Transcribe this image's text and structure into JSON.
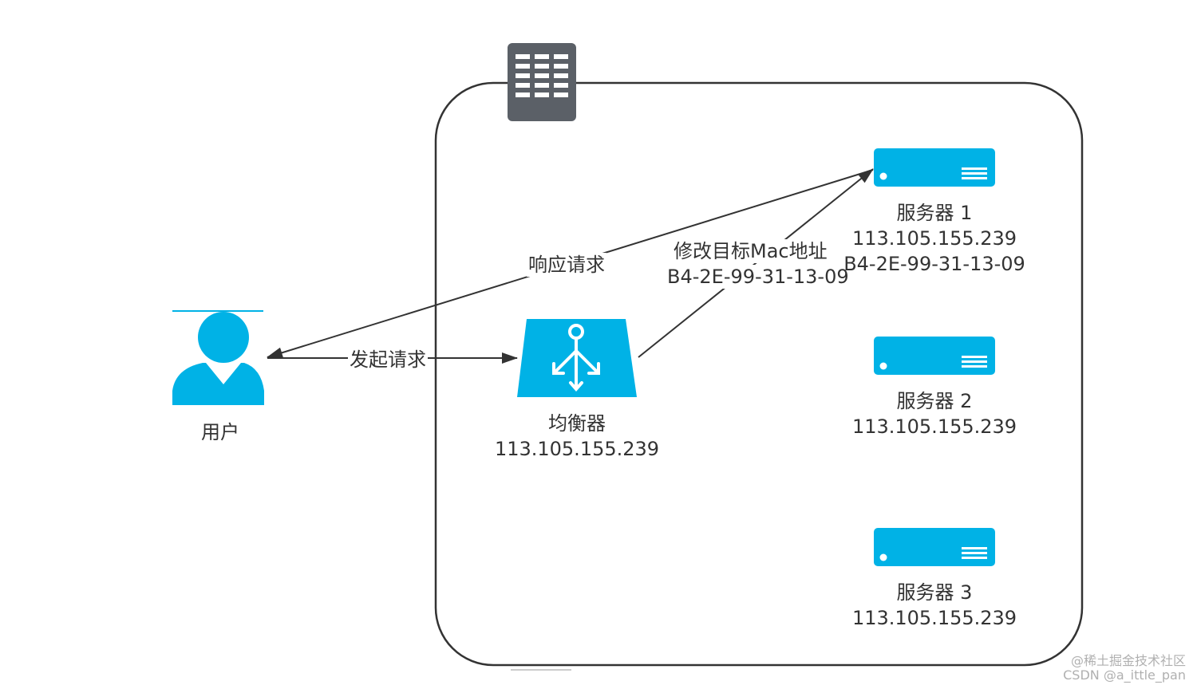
{
  "colors": {
    "accent": "#00b2e6",
    "container_border": "#333333",
    "building_icon": "#5b6067",
    "arrow": "#333333",
    "text": "#333333",
    "watermark": "#b0b0b0"
  },
  "icons": {
    "user": "user-icon",
    "balancer": "load-balancer-icon",
    "server": "server-icon",
    "datacenter": "building-icon"
  },
  "user": {
    "label": "用户"
  },
  "balancer": {
    "label": "均衡器",
    "ip": "113.105.155.239"
  },
  "servers": [
    {
      "label": "服务器 1",
      "ip": "113.105.155.239",
      "mac": "B4-2E-99-31-13-09"
    },
    {
      "label": "服务器 2",
      "ip": "113.105.155.239"
    },
    {
      "label": "服务器 3",
      "ip": "113.105.155.239"
    }
  ],
  "edges": {
    "request": "发起请求",
    "response": "响应请求",
    "modify_mac": "修改目标Mac地址",
    "modify_mac_value": "B4-2E-99-31-13-09"
  },
  "watermark": {
    "line1": "@稀土掘金技术社区",
    "line2": "CSDN @a_ittle_pan"
  }
}
